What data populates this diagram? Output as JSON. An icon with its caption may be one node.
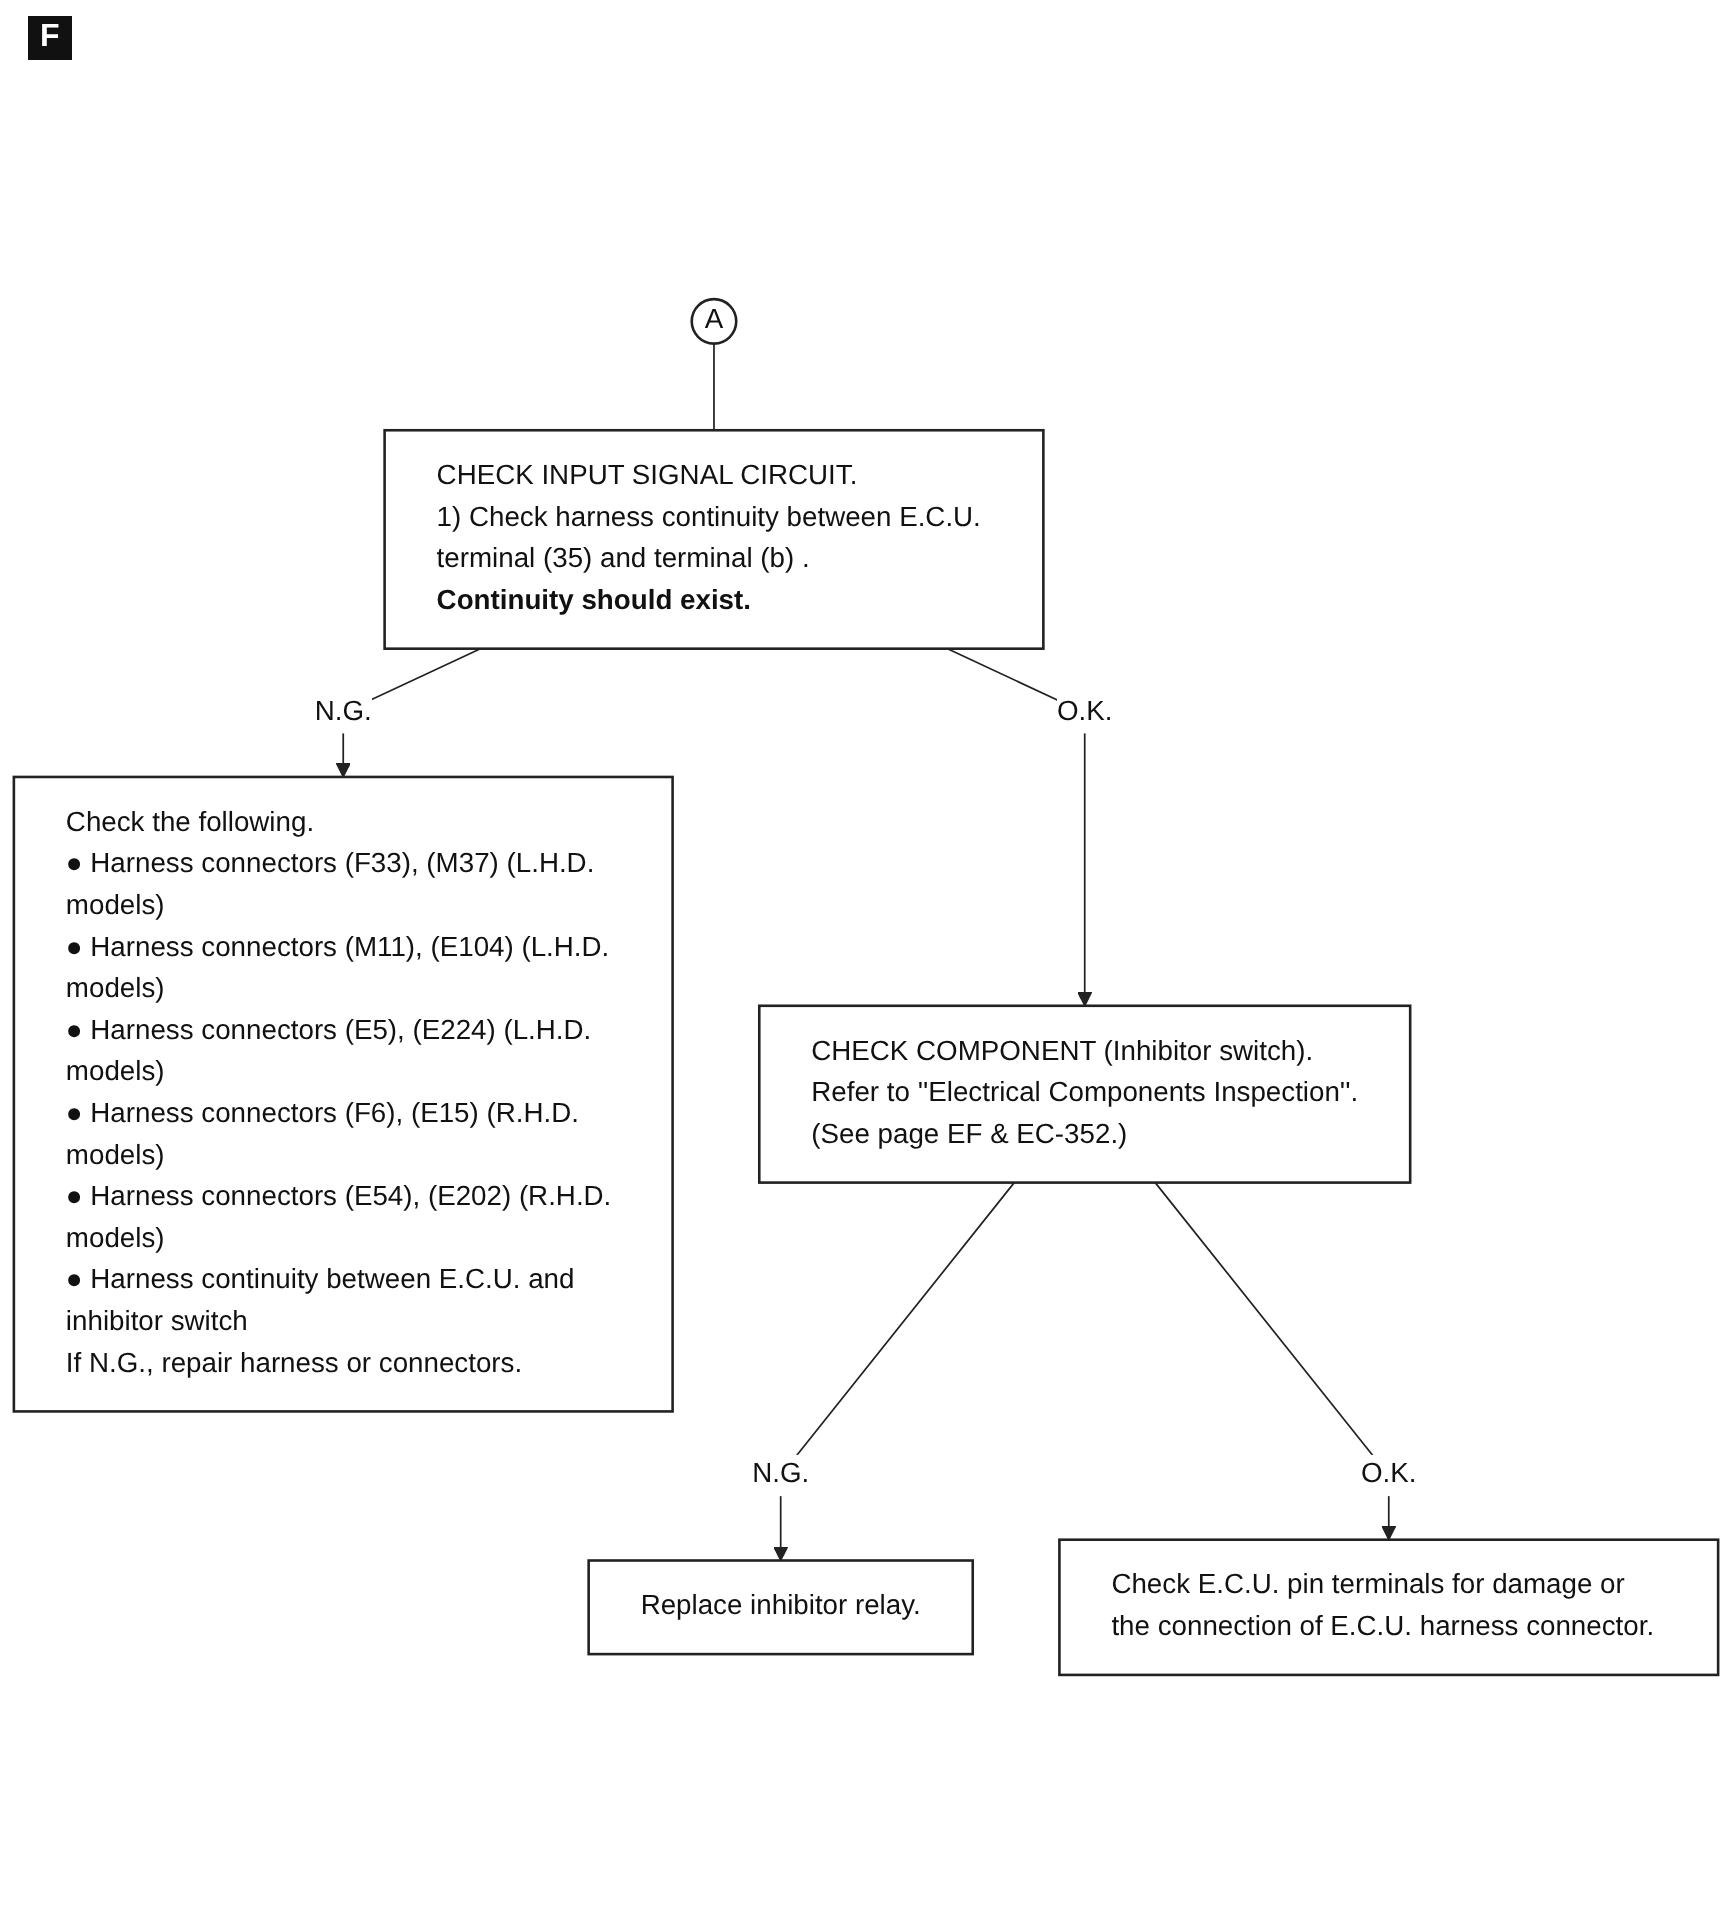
{
  "diagram": {
    "nodes": [
      {
        "text": [
          "A"
        ]
      },
      {
        "text": [
          "CHECK INPUT SIGNAL CIRCUIT.",
          "1) Check harness continuity between E.C.U. terminal (35) and terminal (b) .",
          "Continuity should exist."
        ]
      },
      {
        "text": [
          "Check the following.",
          "● Harness connectors (F33), (M37) (L.H.D. models)",
          "● Harness connectors (M11), (E104) (L.H.D. models)",
          "● Harness connectors (E5), (E224) (L.H.D. models)",
          "● Harness connectors (F6), (E15) (R.H.D. models)",
          "● Harness connectors (E54), (E202) (R.H.D. models)",
          "● Harness continuity between E.C.U. and inhibitor switch",
          "If N.G., repair harness or connectors."
        ]
      },
      {
        "text": [
          "CHECK COMPONENT (Inhibitor switch).",
          "Refer to ''Electrical Components Inspection''.",
          "(See page EF & EC-352.)"
        ]
      },
      {
        "text": [
          "Replace inhibitor relay."
        ]
      },
      {
        "text": [
          "Check E.C.U. pin terminals for damage or the connection of E.C.U. harness connector."
        ]
      }
    ],
    "edges": [
      {
        "from": 0,
        "to": 1,
        "arrow": "none"
      },
      {
        "from": 1,
        "to": 2,
        "arrow": "to",
        "label": "N.G."
      },
      {
        "from": 1,
        "to": 3,
        "arrow": "to",
        "label": "O.K."
      },
      {
        "from": 3,
        "to": 4,
        "arrow": "to",
        "label": "N.G."
      },
      {
        "from": 3,
        "to": 5,
        "arrow": "to",
        "label": "O.K."
      }
    ],
    "labels": [
      "F"
    ]
  }
}
